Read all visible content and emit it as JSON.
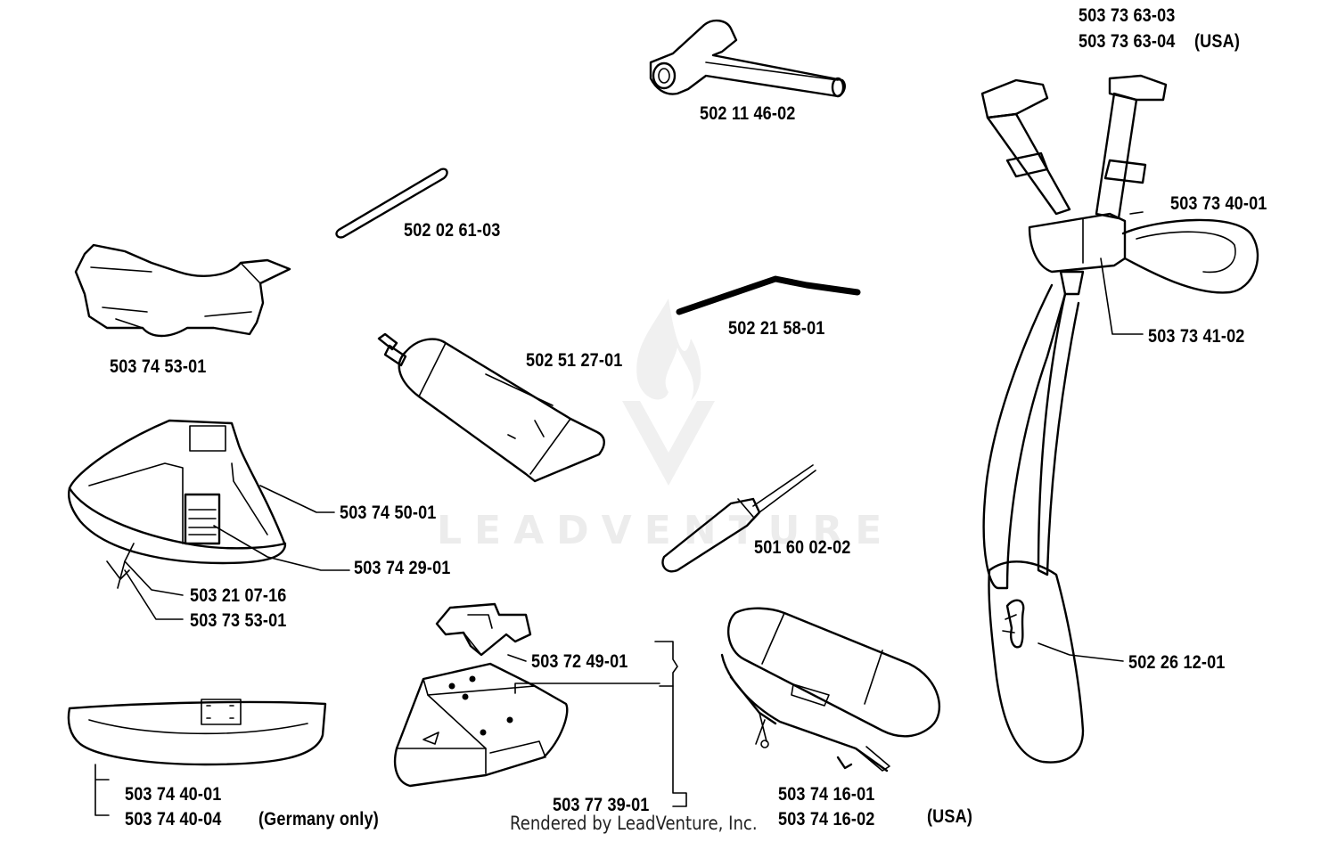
{
  "parts": [
    {
      "id": "p1",
      "number": "503 73 63-03"
    },
    {
      "id": "p2",
      "number": "503 73 63-04"
    },
    {
      "id": "p3",
      "number": "502 11 46-02"
    },
    {
      "id": "p4",
      "number": "503 73 40-01"
    },
    {
      "id": "p5",
      "number": "502 02 61-03"
    },
    {
      "id": "p6",
      "number": "503 73 41-02"
    },
    {
      "id": "p7",
      "number": "502 21 58-01"
    },
    {
      "id": "p8",
      "number": "503 74 53-01"
    },
    {
      "id": "p9",
      "number": "502 51 27-01"
    },
    {
      "id": "p10",
      "number": "503 74 50-01"
    },
    {
      "id": "p11",
      "number": "501 60 02-02"
    },
    {
      "id": "p12",
      "number": "503 74 29-01"
    },
    {
      "id": "p13",
      "number": "503 21 07-16"
    },
    {
      "id": "p14",
      "number": "503 73 53-01"
    },
    {
      "id": "p15",
      "number": "503 72 49-01"
    },
    {
      "id": "p16",
      "number": "502 26 12-01"
    },
    {
      "id": "p17",
      "number": "503 74 40-01"
    },
    {
      "id": "p18",
      "number": "503 74 40-04"
    },
    {
      "id": "p19",
      "number": "503 77 39-01"
    },
    {
      "id": "p20",
      "number": "503 74 16-01"
    },
    {
      "id": "p21",
      "number": "503 74 16-02"
    }
  ],
  "notes": {
    "usa_harness": "(USA)",
    "germany_only": "(Germany only)",
    "usa_strap": "(USA)"
  },
  "watermark": "LEADVENTURE",
  "credit": "Rendered by LeadVenture, Inc."
}
